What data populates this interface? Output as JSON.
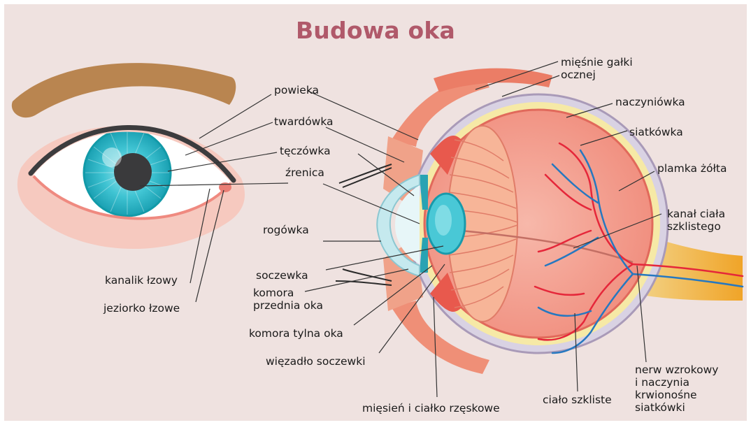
{
  "title": "Budowa oka",
  "labels": {
    "powieka": "powieka",
    "twardowka": "twardówka",
    "teczowka": "tęczówka",
    "zrenica": "źrenica",
    "rogowka": "rogówka",
    "soczewka": "soczewka",
    "komora_przednia": "komora\nprzednia oka",
    "komora_tylna": "komora tylna oka",
    "wiezadlo": "więzadło soczewki",
    "miesien_rzeskowy": "mięsień i ciałko rzęskowe",
    "kanalik": "kanalik łzowy",
    "jeziorko": "jeziorko łzowe",
    "miesnie_galki": "mięśnie gałki\nocznej",
    "naczyniowka": "naczyniówka",
    "siatkowka": "siatkówka",
    "plamka": "plamka żółta",
    "kanal_ciala": "kanał ciała\nszklistego",
    "cialo_szkliste": "ciało szkliste",
    "nerw": "nerw wzrokowy\ni naczynia\nkrwionośne\nsiatkówki"
  },
  "colors": {
    "background": "#efe2e0",
    "title": "#b0596a",
    "iris": "#3fc3d2",
    "skin": "#f6c9bf",
    "eyeball_wall": "#eb6a5b",
    "nerve": "#f2b040"
  }
}
